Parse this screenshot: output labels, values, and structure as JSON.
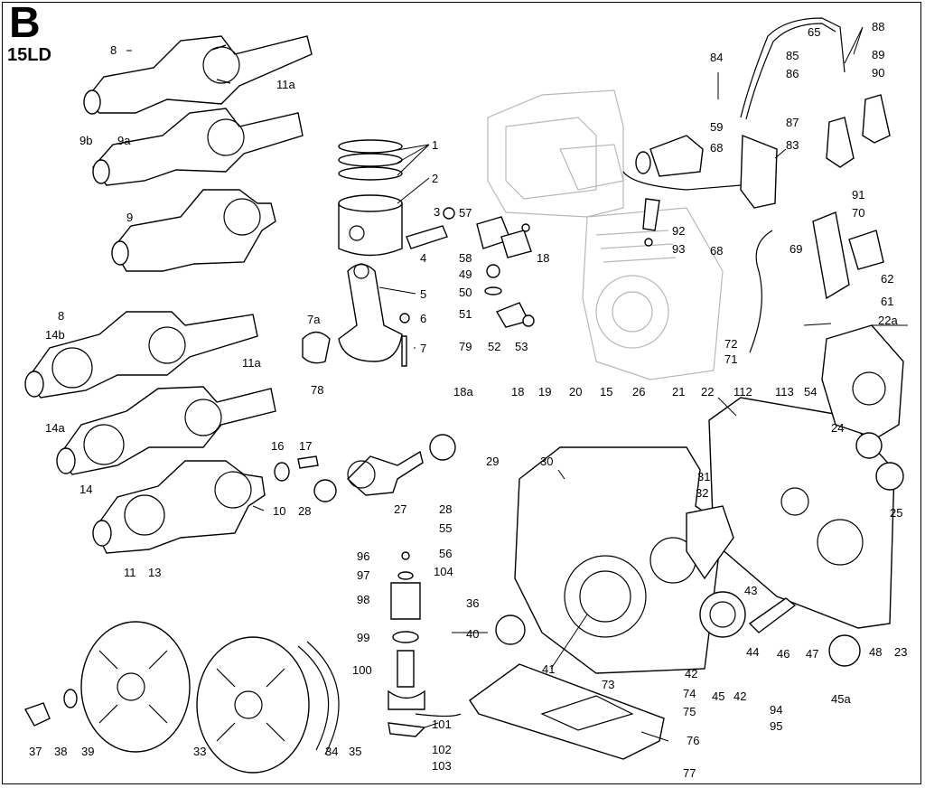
{
  "header": {
    "section_letter": "B",
    "model_code": "15LD"
  },
  "callouts": [
    "8",
    "9b",
    "9a",
    "9",
    "11a",
    "1",
    "2",
    "3",
    "4",
    "5",
    "6",
    "7",
    "7a",
    "78",
    "57",
    "58",
    "18",
    "49",
    "50",
    "51",
    "79",
    "52",
    "53",
    "84",
    "59",
    "68",
    "65",
    "85",
    "86",
    "87",
    "83",
    "88",
    "89",
    "90",
    "91",
    "70",
    "92",
    "93",
    "69",
    "62",
    "61",
    "22a",
    "72",
    "71",
    "112",
    "113",
    "54",
    "24",
    "25",
    "22",
    "21",
    "26",
    "15",
    "20",
    "19",
    "18a",
    "16",
    "17",
    "27",
    "28",
    "29",
    "30",
    "31",
    "32",
    "10",
    "14",
    "14a",
    "14b",
    "11",
    "13",
    "55",
    "56",
    "104",
    "36",
    "40",
    "41",
    "43",
    "46",
    "47",
    "48",
    "23",
    "44",
    "42",
    "45",
    "45a",
    "94",
    "95",
    "96",
    "97",
    "98",
    "99",
    "100",
    "101",
    "102",
    "103",
    "73",
    "74",
    "75",
    "76",
    "77",
    "37",
    "38",
    "39",
    "33",
    "34",
    "35"
  ]
}
